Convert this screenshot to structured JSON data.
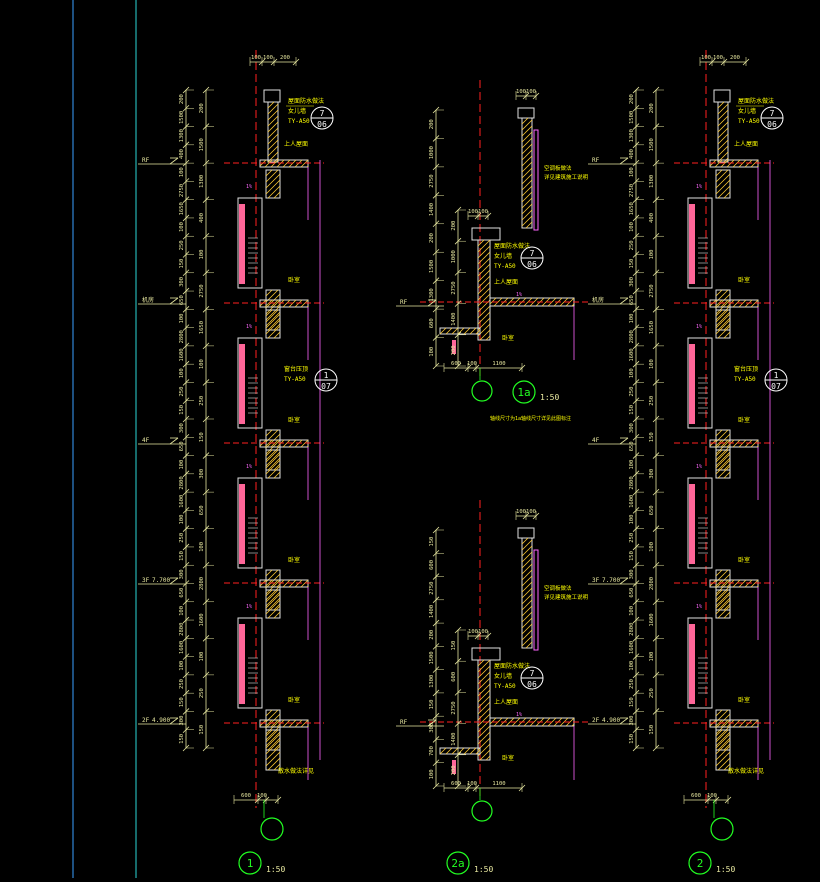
{
  "drawing": {
    "colors": {
      "background": "#000000",
      "dimension": "#e8e8a0",
      "wall_outline": "#e0e0e0",
      "hatch": "#ffcc33",
      "axis": "#ff2020",
      "window": "#ff6699",
      "grid_circle": "#22ff22",
      "annotation": "#ffff00",
      "slab": "#ff66ff",
      "guide": "#3aa0ff",
      "callout": "#ffffff"
    },
    "sections": {
      "s1": {
        "axis_number": "1",
        "scale": "1:50",
        "top_dims": [
          "100",
          "100",
          "200"
        ],
        "bottom_dims": [
          "600",
          "100"
        ],
        "note_top": [
          "屋面防水做法",
          "女儿墙",
          "TY-A50"
        ],
        "callout_top": [
          "7",
          "06"
        ],
        "callout_mid": [
          "1",
          "07"
        ],
        "mid_note": [
          "窗台压顶",
          "TY-A50"
        ],
        "roof_note": "上人屋面",
        "bottom_note": "散水做法详见",
        "side_labels": [
          "卧室",
          "卧室",
          "卧室",
          "卧室"
        ]
      },
      "s1a": {
        "axis_number": "1a",
        "scale": "1:50",
        "top_dims": [
          "100",
          "100"
        ],
        "mid_dims": [
          "100",
          "100"
        ],
        "bottom_dims": [
          "600",
          "100",
          "1100"
        ],
        "note_upper": [
          "空调板做法",
          "详见建筑施工说明"
        ],
        "note_mid": [
          "屋面防水做法",
          "女儿墙",
          "TY-A50"
        ],
        "callout": [
          "7",
          "06"
        ],
        "roof_note": "上人屋面",
        "side_label": "卧室",
        "footnote": "轴线尺寸为1a轴线尺寸详见此图标注"
      },
      "s2a": {
        "axis_number": "2a",
        "scale": "1:50",
        "top_dims": [
          "100",
          "100"
        ],
        "mid_dims": [
          "100",
          "100"
        ],
        "bottom_dims": [
          "600",
          "100",
          "1100"
        ],
        "note_upper": [
          "空调板做法",
          "详见建筑施工说明"
        ],
        "note_mid": [
          "屋面防水做法",
          "女儿墙",
          "TY-A50"
        ],
        "callout": [
          "7",
          "06"
        ],
        "roof_note": "上人屋面",
        "side_label": "卧室"
      },
      "s2": {
        "axis_number": "2",
        "scale": "1:50",
        "top_dims": [
          "100",
          "100",
          "200"
        ],
        "bottom_dims": [
          "600",
          "100"
        ],
        "note_top": [
          "屋面防水做法",
          "女儿墙",
          "TY-A50"
        ],
        "callout_top": [
          "7",
          "06"
        ],
        "callout_mid": [
          "1",
          "07"
        ],
        "mid_note": [
          "窗台压顶",
          "TY-A50"
        ],
        "roof_note": "上人屋面",
        "bottom_note": "散水做法详见",
        "side_labels": [
          "卧室",
          "卧室",
          "卧室",
          "卧室"
        ]
      }
    },
    "levels_left": [
      {
        "tag": "RF",
        "value": "",
        "y": 0
      },
      {
        "tag": "机房",
        "value": "",
        "y": 0
      },
      {
        "tag": "4F",
        "value": "",
        "y": 0
      },
      {
        "tag": "3F",
        "value": "7.700",
        "y": 0
      },
      {
        "tag": "2F",
        "value": "4.900",
        "y": 0
      }
    ],
    "level_small": {
      "rf_a": "RF",
      "rf_b": "RF"
    },
    "vertical_dims_left": [
      "200",
      "1500",
      "1300",
      "400",
      "100",
      "2750",
      "1650",
      "100",
      "250",
      "150",
      "300",
      "650",
      "100",
      "2800",
      "1600",
      "100",
      "250",
      "150",
      "300",
      "650",
      "100",
      "2800",
      "1600",
      "100",
      "250",
      "150",
      "300",
      "650",
      "100",
      "2800",
      "1600",
      "100",
      "250",
      "150",
      "300",
      "150"
    ],
    "vertical_dims_1a": [
      "200",
      "1000",
      "2750",
      "1400",
      "200",
      "1500",
      "1300",
      "600",
      "100"
    ],
    "vertical_dims_2a": [
      "150",
      "600",
      "2750",
      "1400",
      "200",
      "1500",
      "1300",
      "150",
      "300",
      "700",
      "100"
    ],
    "slope": "1%"
  }
}
